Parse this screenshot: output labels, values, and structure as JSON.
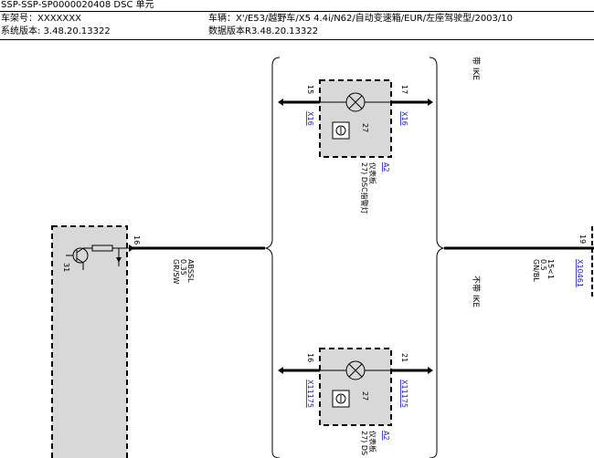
{
  "header": {
    "title": "SSP-SSP-SP0000020408 DSC 单元",
    "chassis": "车架号：XXXXXXX",
    "vehicle": "车辆：X'/E53/越野车/X5 4.4i/N62/自动变速箱/EUR/左座驾驶型/2003/10",
    "system_version": "系统版本: 3.48.20.13322",
    "data_version": "数据版本R3.48.20.13322"
  },
  "diagram": {
    "variant_with_ike": "带 IKE",
    "variant_without_ike": "不带 IKE",
    "left_wire": {
      "pin": "16",
      "signal": "ABSSL",
      "gauge": "0.35",
      "color": "GR/SW"
    },
    "left_ecu_pin": "31",
    "right_wire": {
      "pin": "19",
      "signal": "15<1",
      "gauge": "0.5",
      "color": "GN/BL",
      "connector": "X10461"
    },
    "lamp_top": {
      "pin_in": "15",
      "pin_out": "17",
      "connector_in": "X16",
      "connector_out": "X16",
      "symbol_id": "27",
      "component": "A2",
      "component_name": "仪表板",
      "lamp_label": "27) DSC指警灯"
    },
    "lamp_bottom": {
      "pin_in": "16",
      "pin_out": "21",
      "connector_in": "X11175",
      "connector_out": "X11175",
      "symbol_id": "27",
      "component": "A2",
      "component_name": "仪表板",
      "lamp_label": "27) DS"
    }
  }
}
